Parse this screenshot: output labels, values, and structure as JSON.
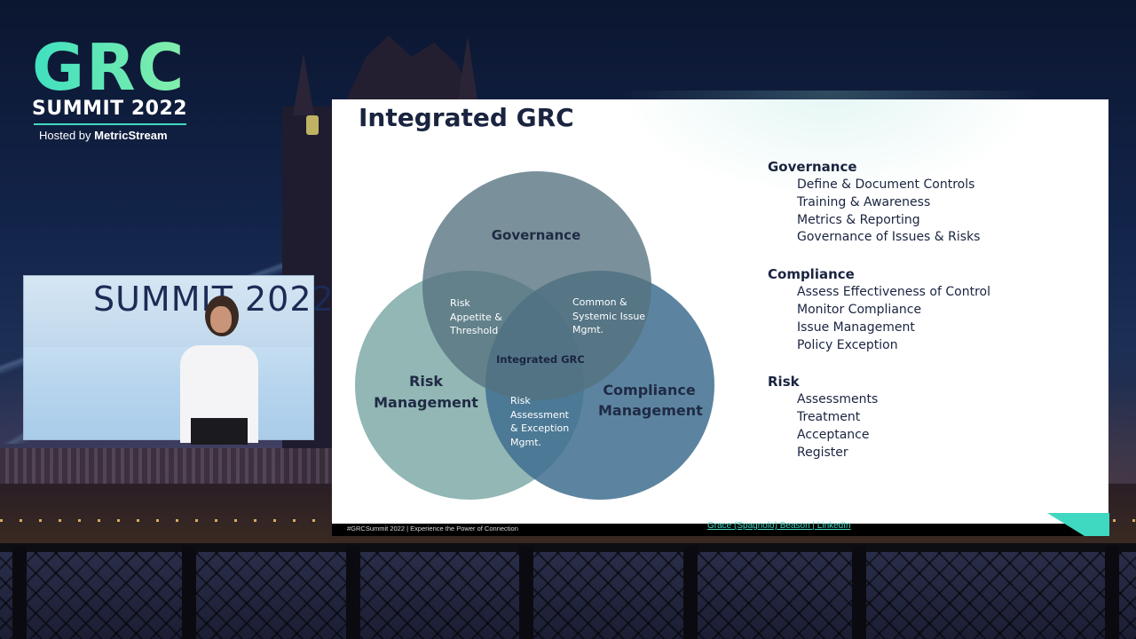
{
  "logo": {
    "primary": "GRC",
    "secondary": "SUMMIT 2022",
    "hosted_prefix": "Hosted by ",
    "hosted_brand": "MetricStream"
  },
  "video": {
    "banner": "SUMMIT 2022"
  },
  "slide": {
    "title": "Integrated GRC",
    "venn": {
      "governance": "Governance",
      "risk_line1": "Risk",
      "risk_line2": "Management",
      "compliance_line1": "Compliance",
      "compliance_line2": "Management",
      "center": "Integrated GRC",
      "risk_gov": [
        "Risk",
        "Appetite &",
        "Threshold"
      ],
      "gov_comp": [
        "Common &",
        "Systemic Issue",
        "Mgmt."
      ],
      "risk_comp": [
        "Risk",
        "Assessment",
        "& Exception",
        "Mgmt."
      ]
    },
    "sections": [
      {
        "heading": "Governance",
        "items": [
          "Define & Document Controls",
          "Training & Awareness",
          "Metrics & Reporting",
          "Governance of Issues & Risks"
        ]
      },
      {
        "heading": "Compliance",
        "items": [
          "Assess Effectiveness of Control",
          "Monitor Compliance",
          "Issue Management",
          "Policy Exception"
        ]
      },
      {
        "heading": "Risk",
        "items": [
          "Assessments",
          "Treatment",
          "Acceptance",
          "Register"
        ]
      }
    ],
    "footer": "#GRCSummit 2022  |  Experience the Power of Connection",
    "speaker_link": "Grace (Spagnolo) Beason | LinkedIn"
  },
  "colors": {
    "accent": "#3fd8c0",
    "governance_circle": "#54727f",
    "risk_circle": "#6e9f9c",
    "compliance_circle": "#3f6e8f"
  }
}
